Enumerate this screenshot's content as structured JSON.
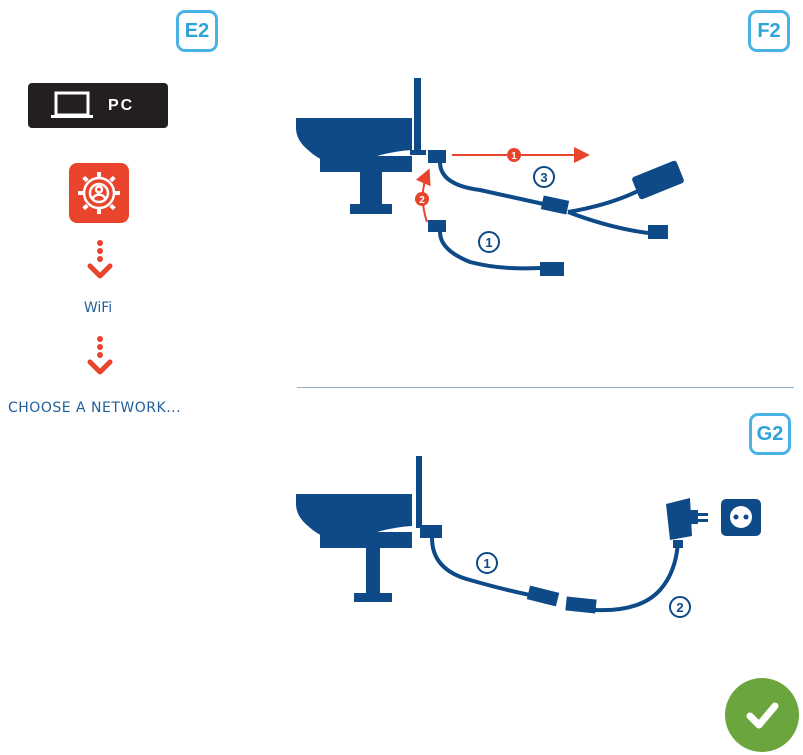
{
  "badges": {
    "e2": "E2",
    "f2": "F2",
    "g2": "G2"
  },
  "left_panel": {
    "pc_label": "PC",
    "wifi_label": "WiFi",
    "choose_network_label": "CHOOSE A NETWORK..."
  },
  "f2_diagram": {
    "callouts": {
      "red_1": "1",
      "red_2": "2",
      "blue_1": "1",
      "blue_3": "3"
    }
  },
  "g2_diagram": {
    "callouts": {
      "blue_1": "1",
      "blue_2": "2"
    }
  },
  "icons": {
    "laptop": "laptop-icon",
    "settings": "settings-gear-icon",
    "arrow": "dotted-down-arrow-icon",
    "camera": "camera-icon",
    "power_adapter": "power-adapter-icon",
    "outlet": "wall-outlet-icon",
    "check": "checkmark-icon"
  },
  "colors": {
    "navy": "#0d4a87",
    "accent_red": "#e8452c",
    "badge_blue": "#4ab3e6",
    "text_blue": "#1e5f9c",
    "success_green": "#6aa53d",
    "pc_black": "#231f20"
  }
}
